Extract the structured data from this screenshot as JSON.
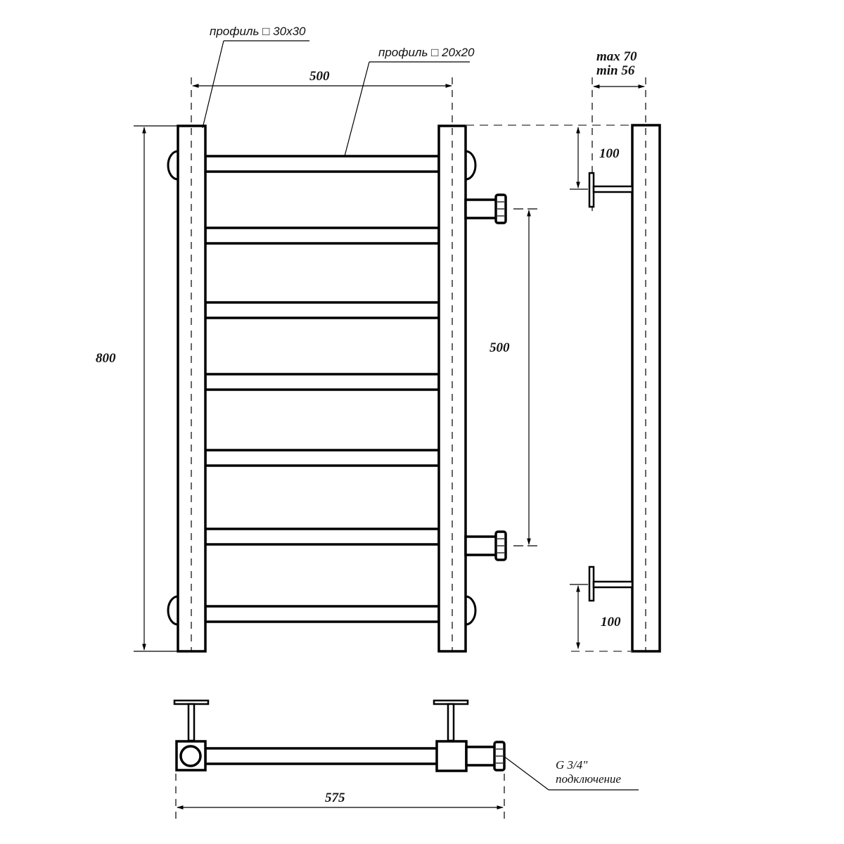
{
  "drawing": {
    "title": "Heated towel rail technical drawing",
    "labels": {
      "profile_side": "профиль □ 30x30",
      "profile_bar": "профиль □ 20x20",
      "connection_line1": "G 3/4\"",
      "connection_line2": "подключение"
    },
    "dimensions": {
      "width_top": "500",
      "height_left": "800",
      "inlet_spacing": "500",
      "wall_offset_max": "max 70",
      "wall_offset_min": "min 56",
      "bracket_top": "100",
      "bracket_bottom": "100",
      "overall_width": "575"
    },
    "crossbars_count": 7,
    "colors": {
      "line": "#000000",
      "background": "#ffffff"
    }
  }
}
